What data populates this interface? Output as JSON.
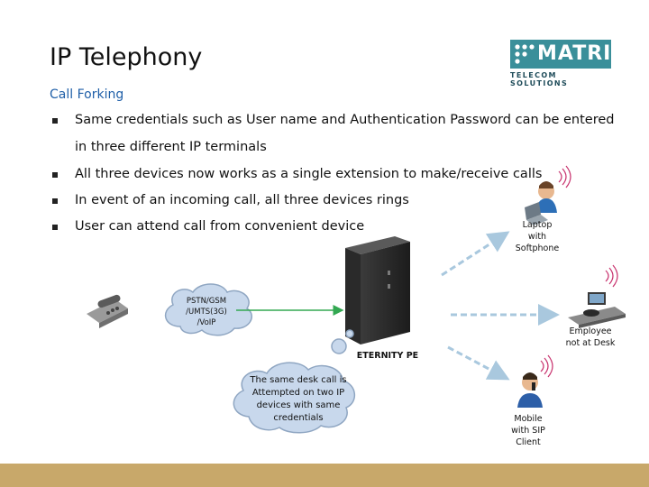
{
  "title": "IP Telephony",
  "subtitle": "Call Forking",
  "bullets": [
    {
      "line1": "Same credentials such as User name and Authentication Password can be entered",
      "line2": "in three different IP terminals"
    },
    {
      "line1": "All three devices now works as a single extension to make/receive calls"
    },
    {
      "line1": "In event of an incoming call, all three devices rings"
    },
    {
      "line1": "User can attend call from convenient device"
    }
  ],
  "logo": {
    "word": "MATRIX",
    "tagline": "TELECOM SOLUTIONS",
    "color": "#3a8f9a"
  },
  "diagram": {
    "cloud_network": {
      "line1": "PSTN/GSM",
      "line2": "/UMTS(3G)",
      "line3": "/VoIP"
    },
    "cloud_note": {
      "line1": "The same desk call is",
      "line2": "Attempted on two IP",
      "line3": "devices with same",
      "line4": "credentials"
    },
    "server_label": "ETERNITY PE",
    "laptop": {
      "line1": "Laptop",
      "line2": "with",
      "line3": "Softphone"
    },
    "employee": {
      "line1": "Employee",
      "line2": "not at Desk"
    },
    "mobile": {
      "line1": "Mobile",
      "line2": "with SIP",
      "line3": "Client"
    }
  },
  "colors": {
    "green_arrow": "#33a852",
    "dashed_arrow": "#a9c8de",
    "footer": "#c8a86a",
    "subtitle": "#1f5fa8"
  }
}
